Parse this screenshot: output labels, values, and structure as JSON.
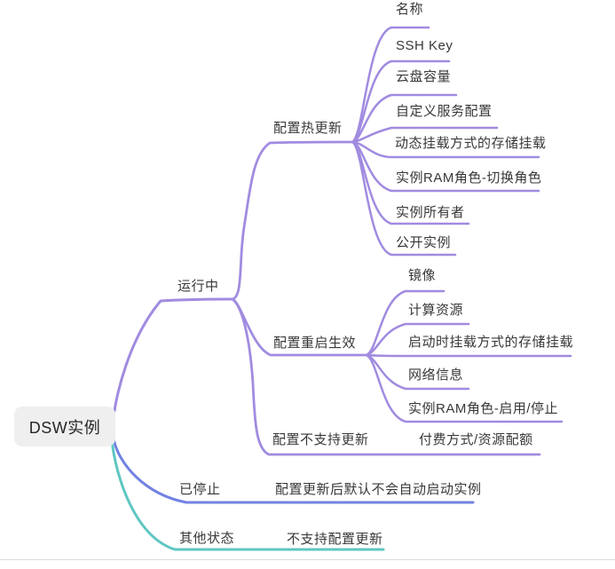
{
  "colors": {
    "branch_purple": "#a18be0",
    "branch_blue": "#7282e2",
    "branch_teal": "#5ec6c2",
    "root_bg": "#efefef",
    "text": "#383838"
  },
  "root": {
    "label": "DSW实例"
  },
  "branches": [
    {
      "label": "运行中",
      "children": [
        {
          "label": "配置热更新",
          "children": [
            "名称",
            "SSH Key",
            "云盘容量",
            "自定义服务配置",
            "动态挂载方式的存储挂载",
            "实例RAM角色-切换角色",
            "实例所有者",
            "公开实例"
          ]
        },
        {
          "label": "配置重启生效",
          "children": [
            "镜像",
            "计算资源",
            "启动时挂载方式的存储挂载",
            "网络信息",
            "实例RAM角色-启用/停止"
          ]
        },
        {
          "label": "配置不支持更新",
          "children": [
            "付费方式/资源配额"
          ]
        }
      ]
    },
    {
      "label": "已停止",
      "children": [
        "配置更新后默认不会自动启动实例"
      ]
    },
    {
      "label": "其他状态",
      "children": [
        "不支持配置更新"
      ]
    }
  ]
}
